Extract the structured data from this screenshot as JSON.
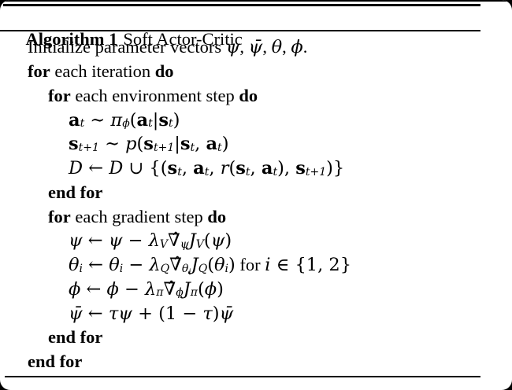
{
  "colors": {
    "ink": "#000000",
    "paper": "#ffffff",
    "surround": "#000000"
  },
  "algorithm": {
    "label": "Algorithm 1",
    "title": "Soft Actor-Critic",
    "lines": [
      {
        "indent": 1,
        "segments": [
          {
            "t": "Initialize parameter vectors ",
            "s": "rm"
          },
          {
            "t": "ψ",
            "s": "it"
          },
          {
            "t": ", ",
            "s": "rm"
          },
          {
            "t": "ψ̄",
            "s": "it"
          },
          {
            "t": ", ",
            "s": "rm"
          },
          {
            "t": "θ",
            "s": "it"
          },
          {
            "t": ", ",
            "s": "rm"
          },
          {
            "t": "ϕ",
            "s": "it"
          },
          {
            "t": ".",
            "s": "rm"
          }
        ]
      },
      {
        "indent": 1,
        "segments": [
          {
            "t": "for",
            "s": "kw"
          },
          {
            "t": " each iteration ",
            "s": "rm"
          },
          {
            "t": "do",
            "s": "kw"
          }
        ]
      },
      {
        "indent": 2,
        "segments": [
          {
            "t": "for",
            "s": "kw"
          },
          {
            "t": " each environment step ",
            "s": "rm"
          },
          {
            "t": "do",
            "s": "kw"
          }
        ]
      },
      {
        "indent": 3,
        "segments": [
          {
            "t": "a",
            "s": "bf"
          },
          {
            "t": "t",
            "s": "sub"
          },
          {
            "t": " ∼ ",
            "s": "op"
          },
          {
            "t": "π",
            "s": "it"
          },
          {
            "t": "ϕ",
            "s": "sub"
          },
          {
            "t": "(",
            "s": "op"
          },
          {
            "t": "a",
            "s": "bf"
          },
          {
            "t": "t",
            "s": "sub"
          },
          {
            "t": "|",
            "s": "op"
          },
          {
            "t": "s",
            "s": "bf"
          },
          {
            "t": "t",
            "s": "sub"
          },
          {
            "t": ")",
            "s": "op"
          }
        ]
      },
      {
        "indent": 3,
        "segments": [
          {
            "t": "s",
            "s": "bf"
          },
          {
            "t": "t+1",
            "s": "sub"
          },
          {
            "t": " ∼ ",
            "s": "op"
          },
          {
            "t": "p",
            "s": "it"
          },
          {
            "t": "(",
            "s": "op"
          },
          {
            "t": "s",
            "s": "bf"
          },
          {
            "t": "t+1",
            "s": "sub"
          },
          {
            "t": "|",
            "s": "op"
          },
          {
            "t": "s",
            "s": "bf"
          },
          {
            "t": "t",
            "s": "sub"
          },
          {
            "t": ", ",
            "s": "op"
          },
          {
            "t": "a",
            "s": "bf"
          },
          {
            "t": "t",
            "s": "sub"
          },
          {
            "t": ")",
            "s": "op"
          }
        ]
      },
      {
        "indent": 3,
        "segments": [
          {
            "t": "D",
            "s": "cal"
          },
          {
            "t": " ← ",
            "s": "op"
          },
          {
            "t": "D",
            "s": "cal"
          },
          {
            "t": " ∪ {(",
            "s": "op"
          },
          {
            "t": "s",
            "s": "bf"
          },
          {
            "t": "t",
            "s": "sub"
          },
          {
            "t": ", ",
            "s": "op"
          },
          {
            "t": "a",
            "s": "bf"
          },
          {
            "t": "t",
            "s": "sub"
          },
          {
            "t": ", ",
            "s": "op"
          },
          {
            "t": "r",
            "s": "it"
          },
          {
            "t": "(",
            "s": "op"
          },
          {
            "t": "s",
            "s": "bf"
          },
          {
            "t": "t",
            "s": "sub"
          },
          {
            "t": ", ",
            "s": "op"
          },
          {
            "t": "a",
            "s": "bf"
          },
          {
            "t": "t",
            "s": "sub"
          },
          {
            "t": "), ",
            "s": "op"
          },
          {
            "t": "s",
            "s": "bf"
          },
          {
            "t": "t+1",
            "s": "sub"
          },
          {
            "t": ")}",
            "s": "op"
          }
        ]
      },
      {
        "indent": 2,
        "segments": [
          {
            "t": "end for",
            "s": "kw"
          }
        ]
      },
      {
        "indent": 2,
        "segments": [
          {
            "t": "for",
            "s": "kw"
          },
          {
            "t": " each gradient step ",
            "s": "rm"
          },
          {
            "t": "do",
            "s": "kw"
          }
        ]
      },
      {
        "indent": 3,
        "segments": [
          {
            "t": "ψ",
            "s": "it"
          },
          {
            "t": " ← ",
            "s": "op"
          },
          {
            "t": "ψ",
            "s": "it"
          },
          {
            "t": " − ",
            "s": "op"
          },
          {
            "t": "λ",
            "s": "it"
          },
          {
            "t": "V",
            "s": "sub"
          },
          {
            "t": "∇̂",
            "s": "op"
          },
          {
            "t": "ψ",
            "s": "sub"
          },
          {
            "t": "J",
            "s": "it"
          },
          {
            "t": "V",
            "s": "sub"
          },
          {
            "t": "(",
            "s": "op"
          },
          {
            "t": "ψ",
            "s": "it"
          },
          {
            "t": ")",
            "s": "op"
          }
        ]
      },
      {
        "indent": 3,
        "segments": [
          {
            "t": "θ",
            "s": "it"
          },
          {
            "t": "i",
            "s": "sub"
          },
          {
            "t": " ← ",
            "s": "op"
          },
          {
            "t": "θ",
            "s": "it"
          },
          {
            "t": "i",
            "s": "sub"
          },
          {
            "t": " − ",
            "s": "op"
          },
          {
            "t": "λ",
            "s": "it"
          },
          {
            "t": "Q",
            "s": "sub"
          },
          {
            "t": "∇̂",
            "s": "op"
          },
          {
            "t": "θ",
            "s": "sub"
          },
          {
            "t": "i",
            "s": "subsub"
          },
          {
            "t": "J",
            "s": "it"
          },
          {
            "t": "Q",
            "s": "sub"
          },
          {
            "t": "(",
            "s": "op"
          },
          {
            "t": "θ",
            "s": "it"
          },
          {
            "t": "i",
            "s": "sub"
          },
          {
            "t": ")",
            "s": "op"
          },
          {
            "t": " for ",
            "s": "rm"
          },
          {
            "t": "i",
            "s": "it"
          },
          {
            "t": " ∈ {1, 2}",
            "s": "op"
          }
        ]
      },
      {
        "indent": 3,
        "segments": [
          {
            "t": "ϕ",
            "s": "it"
          },
          {
            "t": " ← ",
            "s": "op"
          },
          {
            "t": "ϕ",
            "s": "it"
          },
          {
            "t": " − ",
            "s": "op"
          },
          {
            "t": "λ",
            "s": "it"
          },
          {
            "t": "π",
            "s": "sub"
          },
          {
            "t": "∇̂",
            "s": "op"
          },
          {
            "t": "ϕ",
            "s": "sub"
          },
          {
            "t": "J",
            "s": "it"
          },
          {
            "t": "π",
            "s": "sub"
          },
          {
            "t": "(",
            "s": "op"
          },
          {
            "t": "ϕ",
            "s": "it"
          },
          {
            "t": ")",
            "s": "op"
          }
        ]
      },
      {
        "indent": 3,
        "segments": [
          {
            "t": "ψ̄",
            "s": "it"
          },
          {
            "t": " ← ",
            "s": "op"
          },
          {
            "t": "τψ",
            "s": "it"
          },
          {
            "t": " + (1 − ",
            "s": "op"
          },
          {
            "t": "τ",
            "s": "it"
          },
          {
            "t": ")",
            "s": "op"
          },
          {
            "t": "ψ̄",
            "s": "it"
          }
        ]
      },
      {
        "indent": 2,
        "segments": [
          {
            "t": "end for",
            "s": "kw"
          }
        ]
      },
      {
        "indent": 1,
        "segments": [
          {
            "t": "end for",
            "s": "kw"
          }
        ]
      }
    ]
  }
}
